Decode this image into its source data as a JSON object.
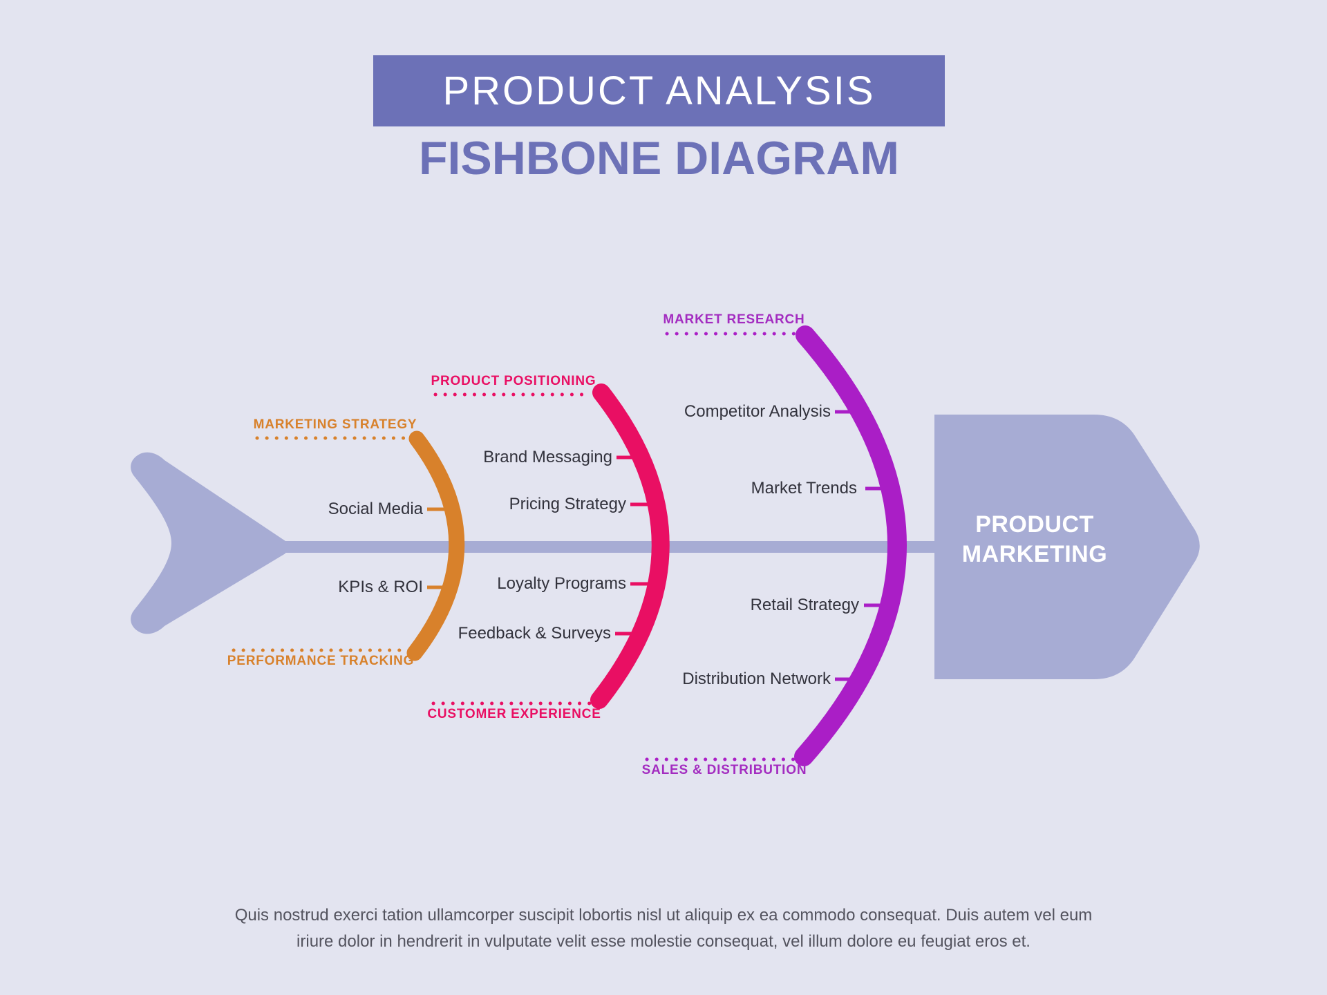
{
  "page": {
    "background_color": "#E3E4F0",
    "accent_purple_blue": "#6C71B7",
    "fish_body_color": "#A7ACD4",
    "item_text_color": "#32323C",
    "footer_text_color": "#53535E"
  },
  "header": {
    "banner_title": "PRODUCT ANALYSIS",
    "subtitle": "FISHBONE DIAGRAM",
    "banner_color": "#6C71B7",
    "banner_text_color": "#FFFFFF"
  },
  "fish": {
    "head_label": "PRODUCT MARKETING",
    "head_text_color": "#FFFFFF"
  },
  "bones": [
    {
      "name": "bone-1",
      "color": "#D8812B",
      "top_label": "MARKETING STRATEGY",
      "bottom_label": "PERFORMANCE TRACKING",
      "items": [
        "Social Media",
        "KPIs & ROI"
      ]
    },
    {
      "name": "bone-2",
      "color": "#E90F63",
      "top_label": "PRODUCT POSITIONING",
      "bottom_label": "CUSTOMER EXPERIENCE",
      "items": [
        "Brand Messaging",
        "Pricing Strategy",
        "Loyalty Programs",
        "Feedback & Surveys"
      ]
    },
    {
      "name": "bone-3",
      "color": "#AA1EC6",
      "top_label": "MARKET RESEARCH",
      "bottom_label": "SALES & DISTRIBUTION",
      "items": [
        "Competitor Analysis",
        "Market Trends",
        "Retail Strategy",
        "Distribution Network"
      ]
    }
  ],
  "footer": {
    "line1": "Quis nostrud exerci tation ullamcorper suscipit lobortis nisl ut aliquip ex ea commodo consequat. Duis autem vel eum",
    "line2": "iriure dolor in hendrerit in vulputate velit esse molestie consequat, vel illum dolore eu feugiat  eros et."
  }
}
